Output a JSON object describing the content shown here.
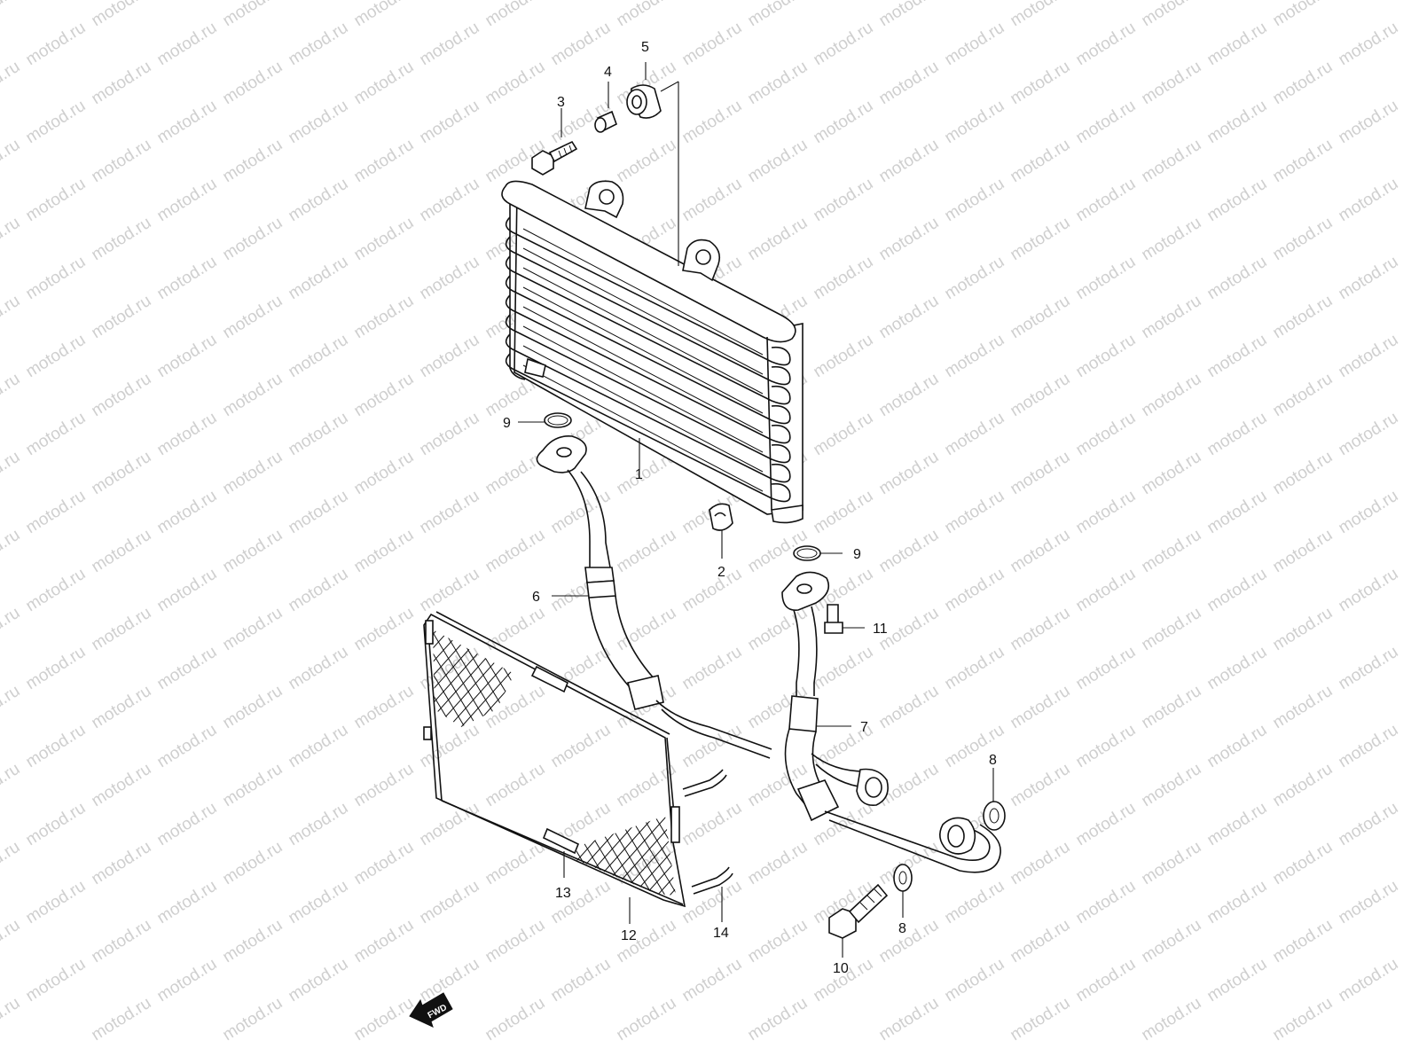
{
  "watermark": {
    "text": "motod.ru"
  },
  "direction_indicator": {
    "label": "FWD"
  },
  "callouts": {
    "c1": "1",
    "c2": "2",
    "c3": "3",
    "c4": "4",
    "c5": "5",
    "c6": "6",
    "c7": "7",
    "c8a": "8",
    "c8b": "8",
    "c9a": "9",
    "c9b": "9",
    "c10": "10",
    "c11": "11",
    "c12": "12",
    "c13": "13",
    "c14": "14"
  },
  "colors": {
    "line": "#111111",
    "watermark": "#cfcfcf",
    "background": "#ffffff"
  }
}
